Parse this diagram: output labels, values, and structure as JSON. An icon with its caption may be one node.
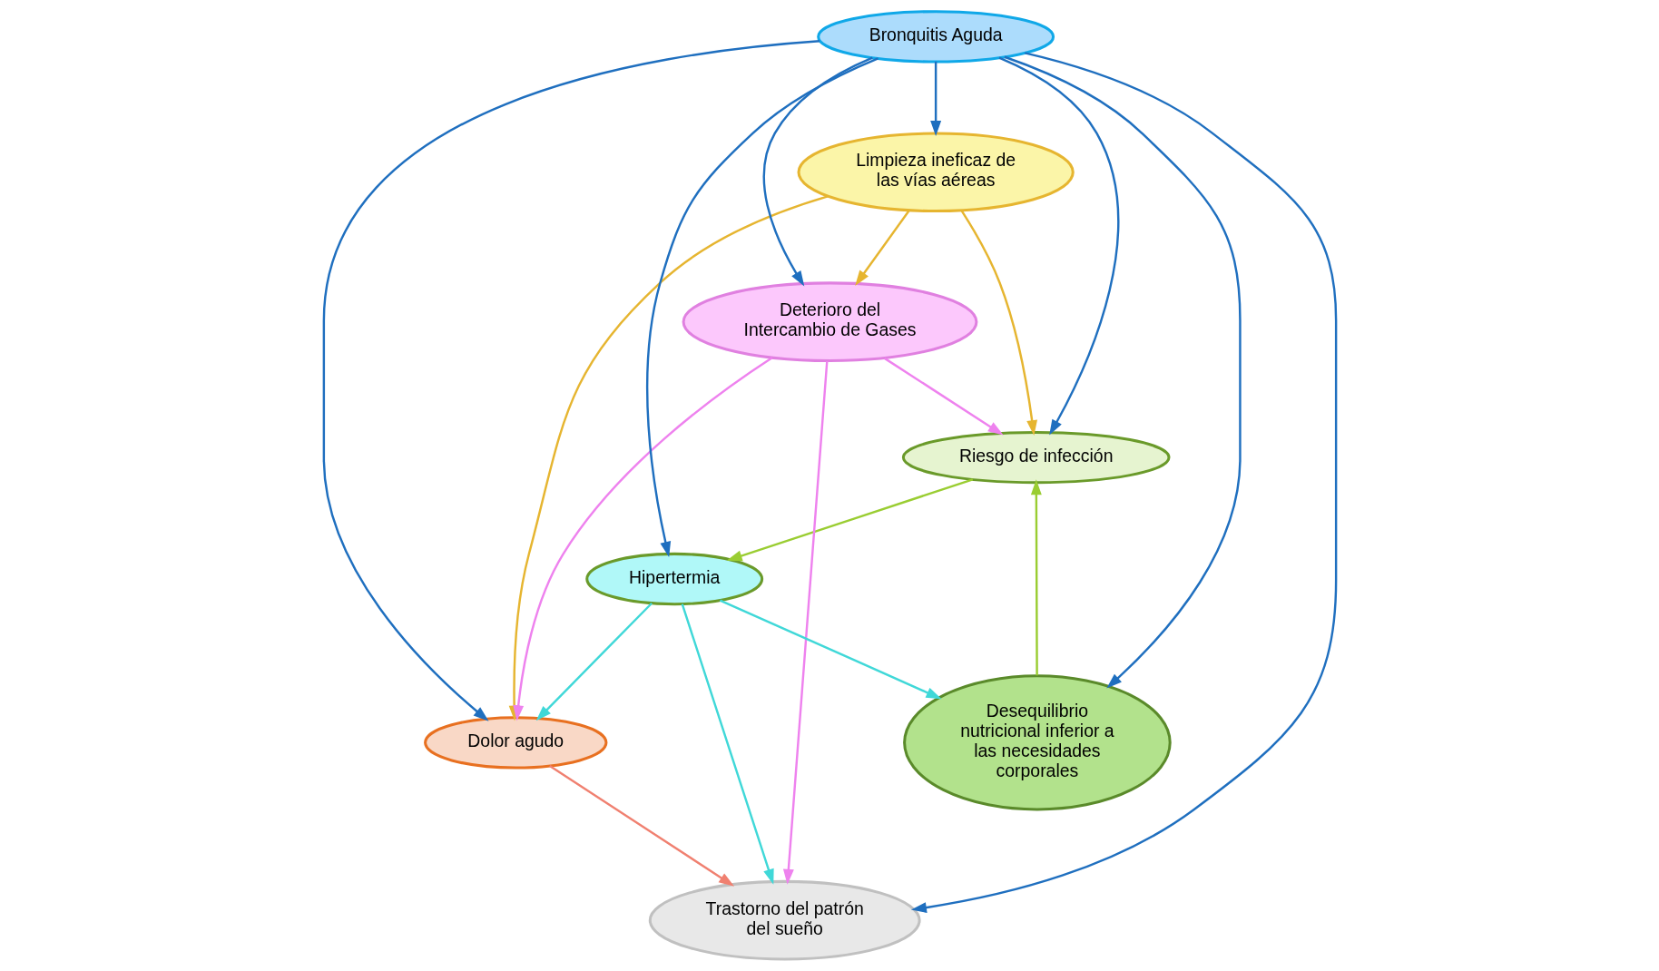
{
  "diagram": {
    "nodes": [
      {
        "text": [
          "Limpieza ineficaz de las vías aéreas"
        ]
      },
      {
        "text": [
          "Riesgo de infección"
        ]
      },
      {
        "text": [
          "Deterioro del Intercambio de Gases"
        ]
      },
      {
        "text": [
          "Dolor agudo"
        ]
      },
      {
        "text": [
          "Bronquitis Aguda"
        ]
      },
      {
        "text": [
          "Desequilibrio nutricional inferior a las necesidades corporales"
        ]
      },
      {
        "text": [
          "Trastorno del patrón del sueño"
        ]
      },
      {
        "text": [
          "Hipertermia"
        ]
      }
    ],
    "edges": [
      {
        "from": 0,
        "to": 1,
        "arrow": "to",
        "color": "#e6b530"
      },
      {
        "from": 0,
        "to": 2,
        "arrow": "to",
        "color": "#e6b530"
      },
      {
        "from": 0,
        "to": 3,
        "arrow": "to",
        "color": "#e6b530"
      },
      {
        "from": 2,
        "to": 1,
        "arrow": "to",
        "color": "#ee82ee"
      },
      {
        "from": 2,
        "to": 3,
        "arrow": "to",
        "color": "#ee82ee"
      },
      {
        "from": 2,
        "to": 6,
        "arrow": "to",
        "color": "#ee82ee"
      },
      {
        "from": 4,
        "to": 1,
        "arrow": "to"
      },
      {
        "from": 4,
        "to": 0,
        "arrow": "to"
      },
      {
        "from": 4,
        "to": 2,
        "arrow": "to"
      },
      {
        "from": 4,
        "to": 3,
        "arrow": "to"
      },
      {
        "from": 4,
        "to": 6,
        "arrow": "to"
      },
      {
        "from": 4,
        "to": 7,
        "arrow": "to"
      },
      {
        "from": 4,
        "to": 5,
        "arrow": "to"
      },
      {
        "from": 1,
        "to": 7,
        "arrow": "to",
        "color": "#9acd32"
      },
      {
        "from": 5,
        "to": 1,
        "arrow": "to",
        "color": "#9acd32"
      },
      {
        "from": 3,
        "to": 6,
        "arrow": "to",
        "color": "#f08070"
      },
      {
        "from": 7,
        "to": 3,
        "arrow": "to",
        "color": "#40d8d8"
      },
      {
        "from": 7,
        "to": 6,
        "arrow": "to",
        "color": "#40d8d8"
      },
      {
        "from": 7,
        "to": 5,
        "arrow": "to",
        "color": "#40d8d8"
      }
    ]
  }
}
